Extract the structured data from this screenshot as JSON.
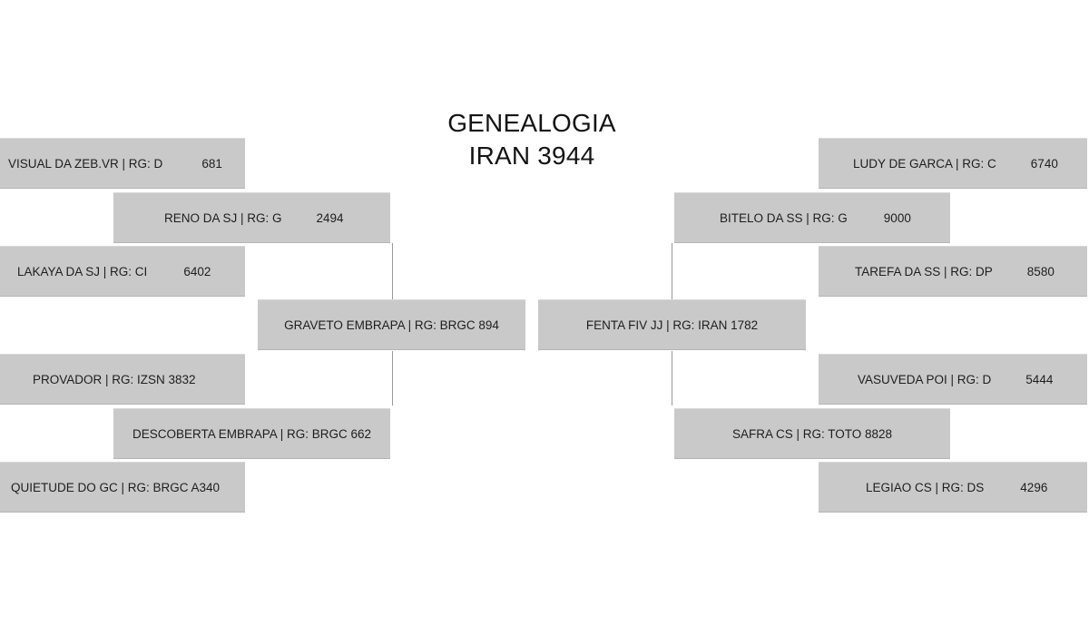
{
  "title": {
    "line1": "GENEALOGIA",
    "line2": "IRAN 3944"
  },
  "sire_side": {
    "sire": {
      "name": "GRAVETO EMBRAPA | RG: BRGC 894",
      "number": ""
    },
    "paternal_grandsire": {
      "name": "RENO DA SJ | RG: G",
      "number": "2494"
    },
    "paternal_grandsire_sire": {
      "name": "VISUAL DA ZEB.VR | RG: D",
      "number": "681"
    },
    "paternal_grandsire_dam": {
      "name": "LAKAYA DA SJ | RG: CI",
      "number": "6402"
    },
    "paternal_granddam": {
      "name": "DESCOBERTA EMBRAPA | RG: BRGC 662",
      "number": ""
    },
    "paternal_granddam_sire": {
      "name": "PROVADOR | RG: IZSN 3832",
      "number": ""
    },
    "paternal_granddam_dam": {
      "name": "QUIETUDE DO GC | RG: BRGC A340",
      "number": ""
    }
  },
  "dam_side": {
    "dam": {
      "name": "FENTA FIV JJ | RG: IRAN 1782",
      "number": ""
    },
    "maternal_grandsire": {
      "name": "BITELO DA SS | RG: G",
      "number": "9000"
    },
    "maternal_grandsire_sire": {
      "name": "LUDY DE GARCA | RG: C",
      "number": "6740"
    },
    "maternal_grandsire_dam": {
      "name": "TAREFA DA SS | RG: DP",
      "number": "8580"
    },
    "maternal_granddam": {
      "name": "SAFRA CS | RG: TOTO 8828",
      "number": ""
    },
    "maternal_granddam_sire": {
      "name": "VASUVEDA POI | RG: D",
      "number": "5444"
    },
    "maternal_granddam_dam": {
      "name": "LEGIAO CS | RG: DS",
      "number": "4296"
    }
  }
}
